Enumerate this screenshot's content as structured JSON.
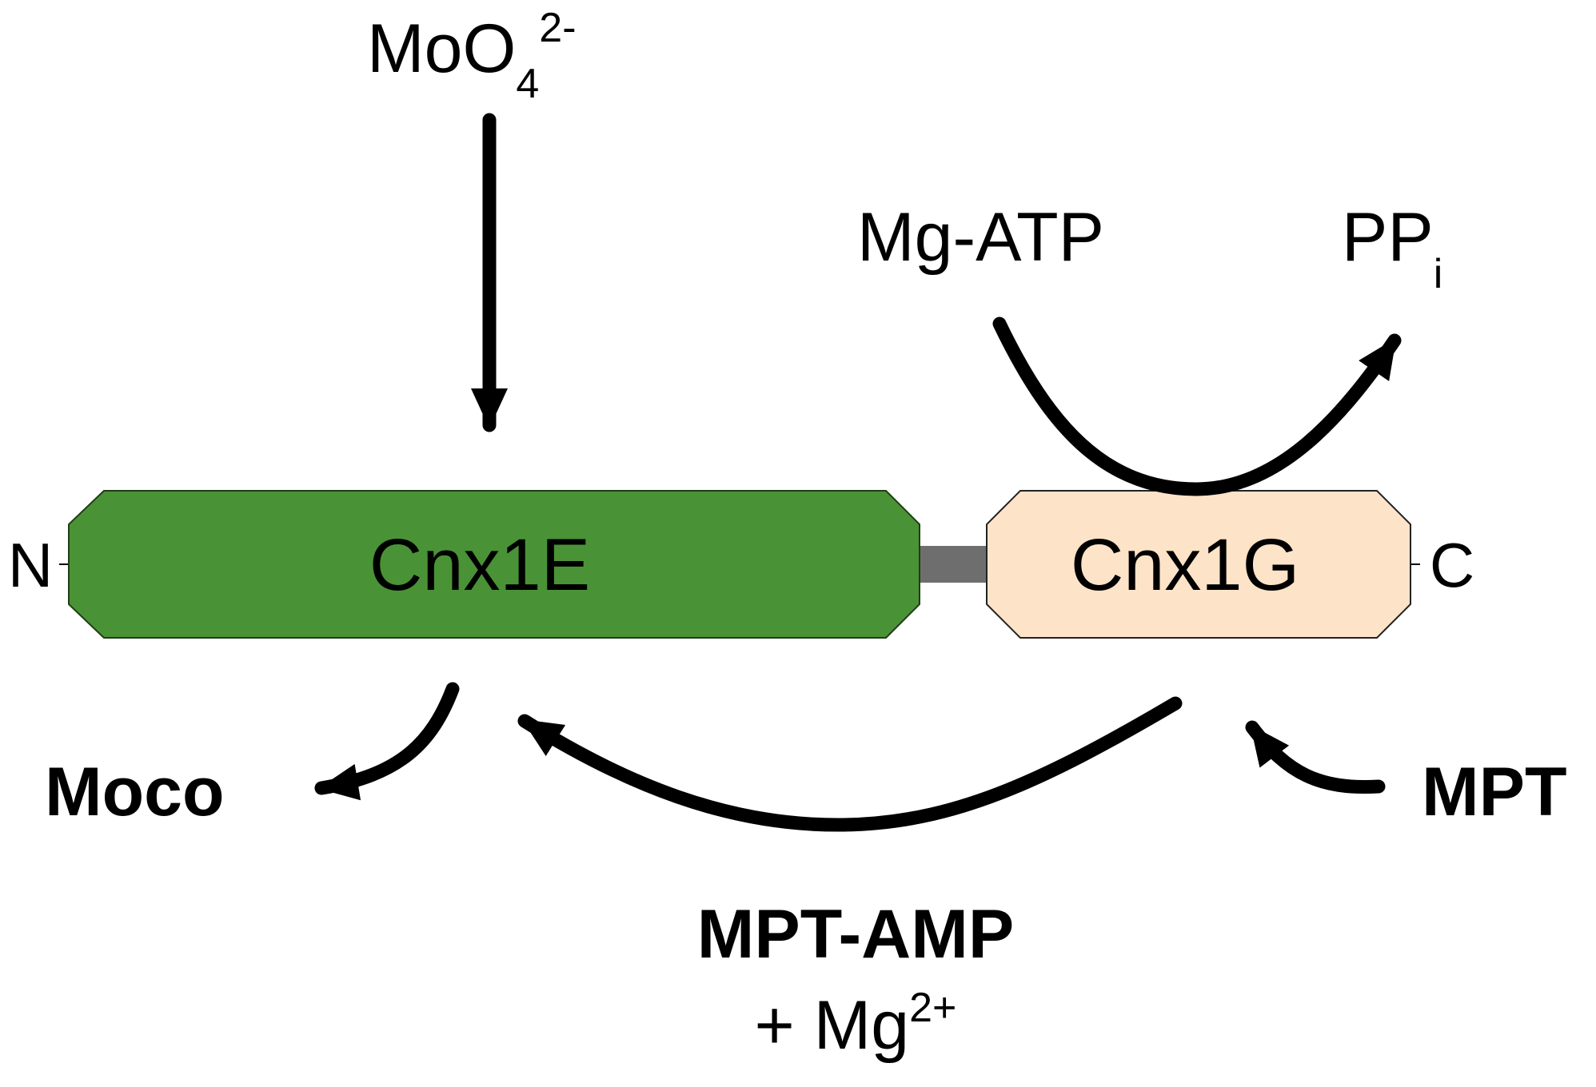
{
  "domains": {
    "cnx1e": {
      "label": "Cnx1E",
      "fill": "#4a9236",
      "text_color": "#ffffff"
    },
    "cnx1g": {
      "label": "Cnx1G",
      "fill": "#fde3c8",
      "text_color": "#000000"
    },
    "linker_color": "#6e6e6e"
  },
  "termini": {
    "n": "N",
    "c": "C"
  },
  "molybdate": {
    "base": "MoO",
    "sub": "4",
    "sup": "2-"
  },
  "mg_atp": {
    "label": "Mg-ATP"
  },
  "ppi": {
    "base": "PP",
    "sub": "i"
  },
  "moco": {
    "label": "Moco"
  },
  "mpt": {
    "label": "MPT"
  },
  "mpt_amp": {
    "label": "MPT-AMP",
    "mg_prefix": "+ Mg",
    "mg_sup": "2+"
  }
}
